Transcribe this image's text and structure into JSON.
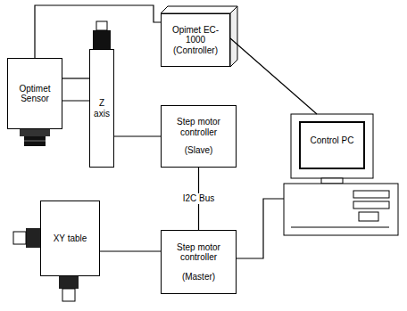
{
  "diagram": {
    "nodes": [
      {
        "text": [
          "Optimet Sensor"
        ]
      },
      {
        "text": [
          "Z axis"
        ]
      },
      {
        "text": [
          "Opimet EC-1000 (Controller)"
        ]
      },
      {
        "text": [
          "Step motor controller",
          "(Slave)"
        ]
      },
      {
        "text": [
          "Control PC"
        ]
      },
      {
        "text": [
          "XY table"
        ]
      },
      {
        "text": [
          "Step motor controller",
          "(Master)"
        ]
      }
    ],
    "edges": [
      {
        "from": 0,
        "to": 2,
        "arrow": "none"
      },
      {
        "from": 0,
        "to": 1,
        "arrow": "none"
      },
      {
        "from": 2,
        "to": 4,
        "arrow": "none"
      },
      {
        "from": 1,
        "to": 3,
        "arrow": "none"
      },
      {
        "from": 3,
        "to": 6,
        "label": "I2C Bus",
        "arrow": "none"
      },
      {
        "from": 5,
        "to": 6,
        "arrow": "none"
      },
      {
        "from": 6,
        "to": 4,
        "arrow": "none"
      }
    ]
  }
}
